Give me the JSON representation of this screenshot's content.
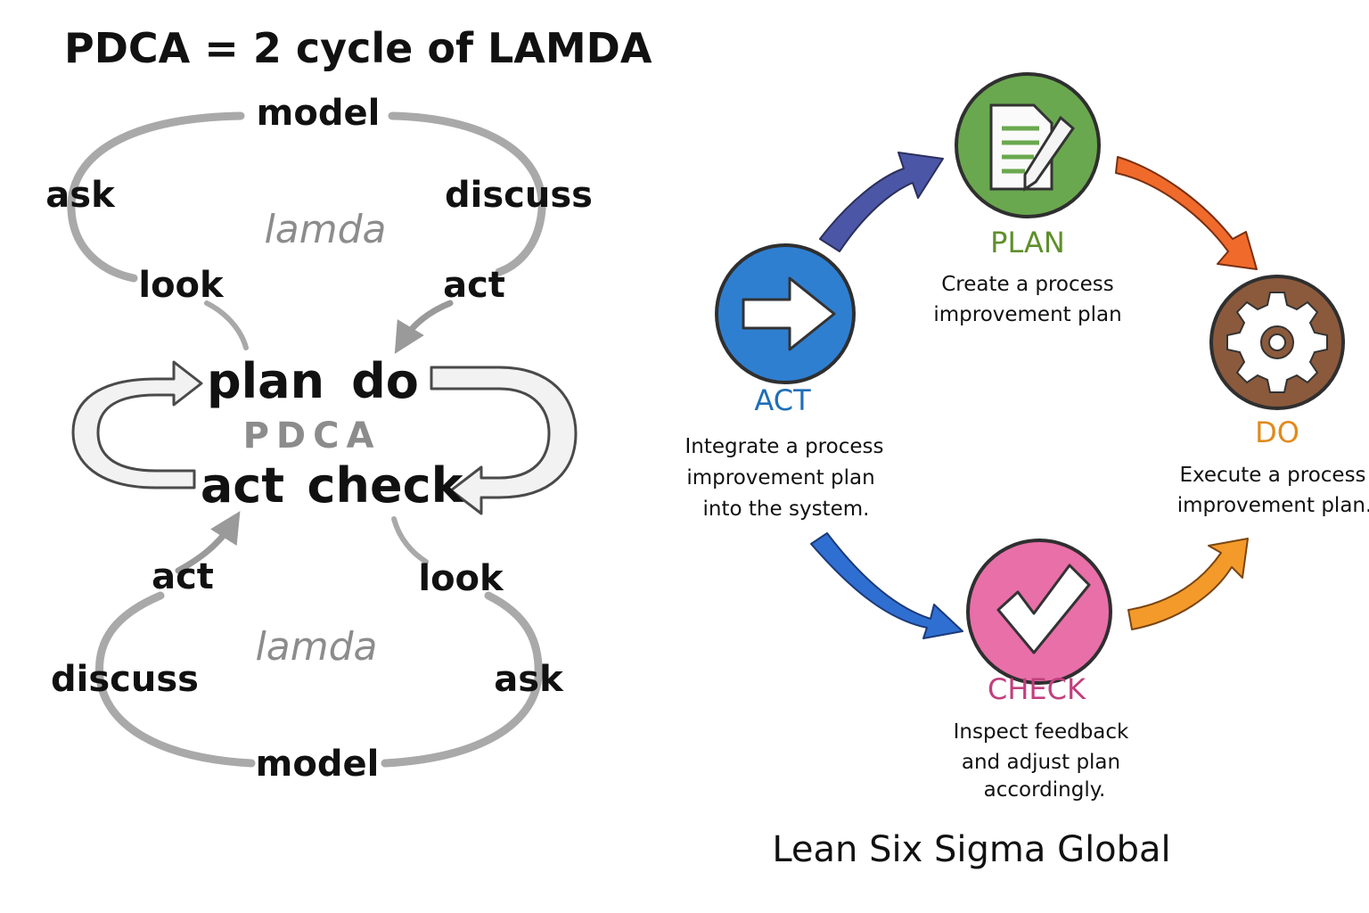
{
  "left_panel": {
    "title": "PDCA = 2 cycle of LAMDA",
    "top_loop": {
      "label": "lamda",
      "model": "model",
      "ask": "ask",
      "discuss": "discuss",
      "look": "look",
      "act": "act"
    },
    "center": {
      "plan": "plan",
      "do": "do",
      "pdca": "PDCA",
      "act": "act",
      "check": "check"
    },
    "bottom_loop": {
      "label": "lamda",
      "act": "act",
      "look": "look",
      "discuss": "discuss",
      "ask": "ask",
      "model": "model"
    }
  },
  "right_panel": {
    "colors": {
      "plan": "#6aa84f",
      "do": "#8b5a3c",
      "check": "#e86fa8",
      "act": "#2f7fd1",
      "plan_label": "#5f8f2a",
      "do_label": "#e08a1e",
      "check_label": "#c2407f",
      "act_label": "#1f6fb8"
    },
    "stages": {
      "plan": {
        "title": "PLAN",
        "line1": "Create a process",
        "line2": "improvement plan",
        "icon": "document-pencil-icon"
      },
      "do": {
        "title": "DO",
        "line1": "Execute a process",
        "line2": "improvement plan.",
        "icon": "gear-icon"
      },
      "check": {
        "title": "CHECK",
        "line1": "Inspect feedback",
        "line2": "and adjust plan",
        "line3": "accordingly.",
        "icon": "checkmark-icon"
      },
      "act": {
        "title": "ACT",
        "line1": "Integrate a process",
        "line2": "improvement plan",
        "line3": "into the system.",
        "icon": "arrow-right-icon"
      }
    },
    "footer": "Lean Six Sigma Global"
  }
}
